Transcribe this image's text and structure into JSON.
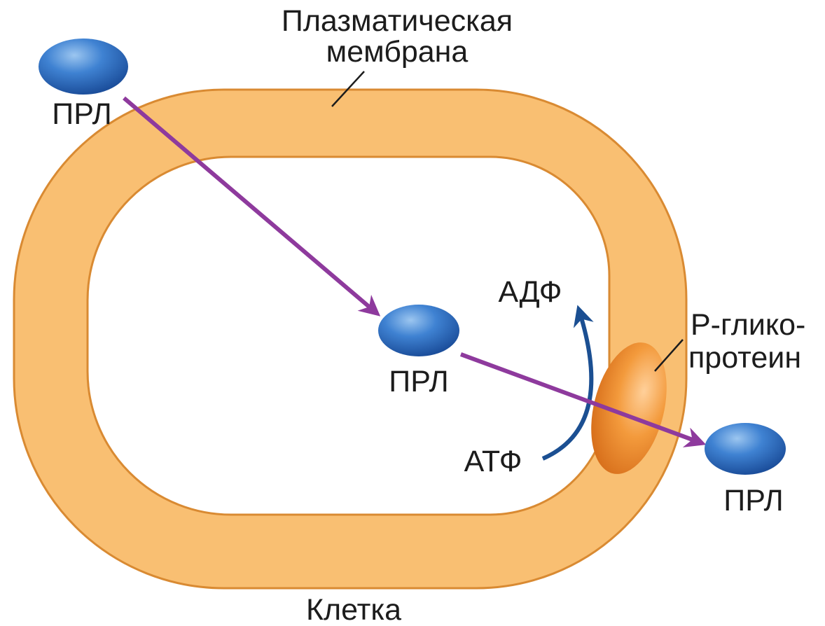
{
  "labels": {
    "membrane_line1": "Плазматическая",
    "membrane_line2": "мембрана",
    "prl_outside": "ПРЛ",
    "prl_inside": "ПРЛ",
    "prl_expelled": "ПРЛ",
    "adp": "АДФ",
    "atp": "АТФ",
    "pgp_line1": "Р-глико-",
    "pgp_line2": "протеин",
    "cell": "Клетка"
  },
  "colors": {
    "membrane_fill": "#f9bf72",
    "membrane_stroke": "#d98a32",
    "drug_blue": "#2e6fc0",
    "transport_arrow": "#8e3a9d",
    "energy_arrow": "#1b4f92",
    "pgp_orange": "#f08a2c"
  },
  "icons": {
    "drug": "ellipse-molecule",
    "pump": "p-glycoprotein-ellipse"
  }
}
